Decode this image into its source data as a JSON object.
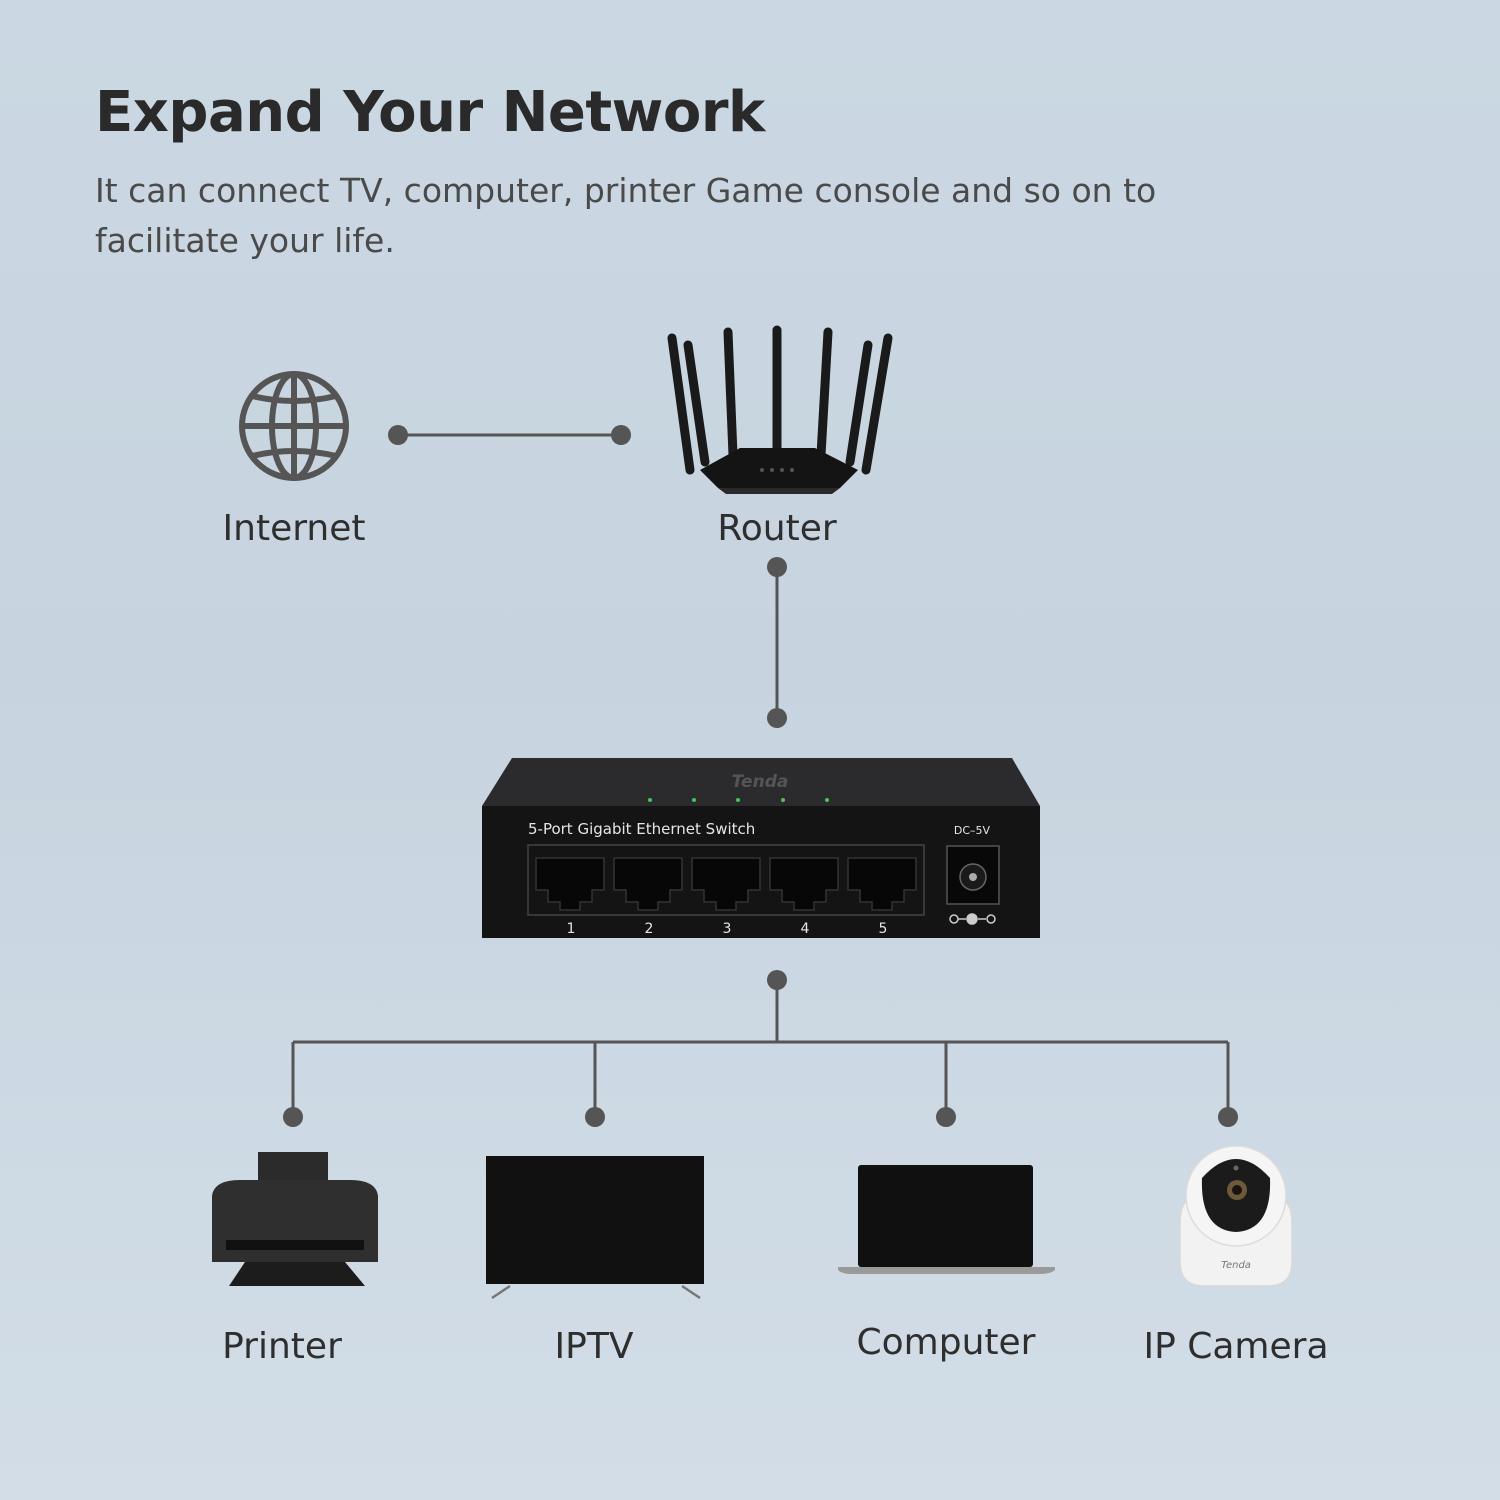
{
  "header": {
    "title": "Expand Your Network",
    "subtitle": "It can connect TV, computer, printer  Game console and so on to facilitate your life."
  },
  "nodes": {
    "internet": {
      "label": "Internet",
      "icon": "globe-icon"
    },
    "router": {
      "label": "Router",
      "icon": "router-icon"
    },
    "switch": {
      "brand": "Tenda",
      "model_text": "5-Port Gigabit Ethernet Switch",
      "power_label": "DC–5V",
      "ports": [
        "1",
        "2",
        "3",
        "4",
        "5"
      ]
    },
    "devices": [
      {
        "label": "Printer",
        "icon": "printer-icon"
      },
      {
        "label": "IPTV",
        "icon": "tv-icon"
      },
      {
        "label": "Computer",
        "icon": "laptop-icon"
      },
      {
        "label": "IP Camera",
        "icon": "camera-icon",
        "brand": "Tenda"
      }
    ]
  },
  "colors": {
    "line": "#555555",
    "dot": "#555555",
    "device_dark": "#151515"
  }
}
